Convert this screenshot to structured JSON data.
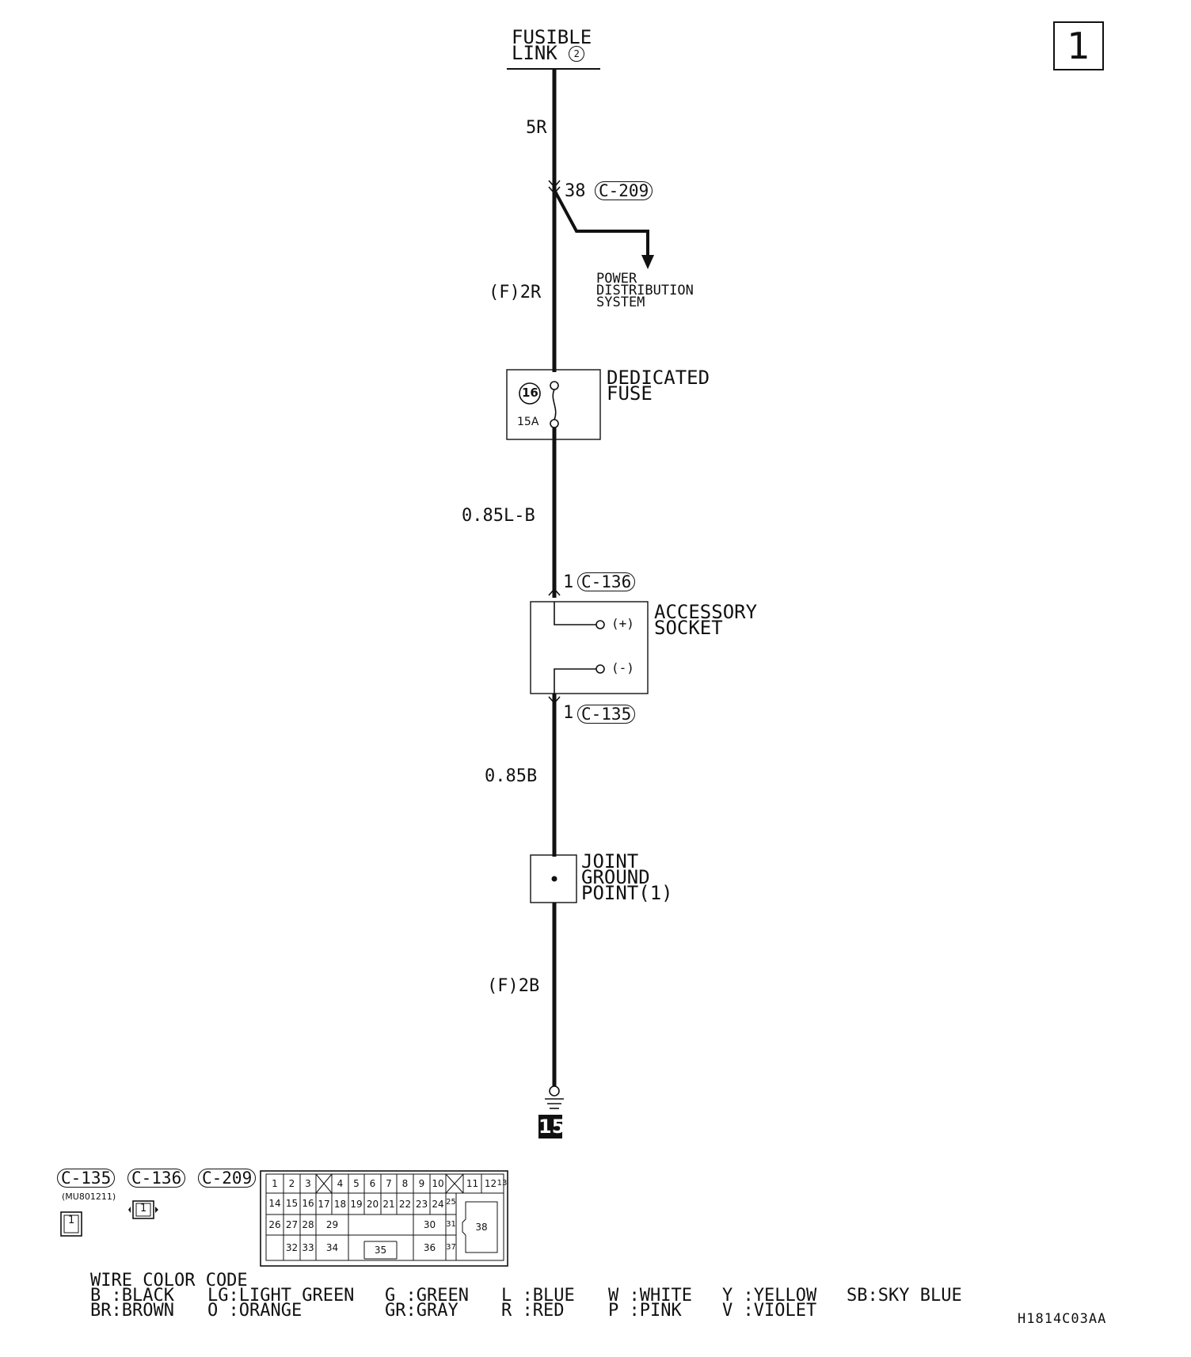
{
  "page_number": "1",
  "fusible_link": {
    "line1": "FUSIBLE",
    "line2": "LINK",
    "number": "2"
  },
  "wires": {
    "w1": "5R",
    "w2": "(F)2R",
    "w3": "0.85L-B",
    "w4": "0.85B",
    "w5": "(F)2B"
  },
  "connectors": {
    "c209": {
      "pin": "38",
      "name": "C-209"
    },
    "c136": {
      "pin": "1",
      "name": "C-136"
    },
    "c135": {
      "pin": "1",
      "name": "C-135"
    }
  },
  "power_distribution": {
    "line1": "POWER",
    "line2": "DISTRIBUTION",
    "line3": "SYSTEM"
  },
  "fuse": {
    "title_line1": "DEDICATED",
    "title_line2": "FUSE",
    "number": "16",
    "rating": "15A"
  },
  "accessory_socket": {
    "title_line1": "ACCESSORY",
    "title_line2": "SOCKET",
    "plus": "(+)",
    "minus": "(-)"
  },
  "joint_ground": {
    "line1": "JOINT",
    "line2": "GROUND",
    "line3": "POINT(1)"
  },
  "ground_number": "15",
  "connector_views": {
    "labels": [
      "C-135",
      "C-136",
      "C-209"
    ],
    "part_number": "(MU801211)",
    "single_pin": "1",
    "grid_row1": [
      "1",
      "2",
      "3",
      "4",
      "5",
      "6",
      "7",
      "8",
      "9",
      "10",
      "11",
      "12",
      "13"
    ],
    "grid_row2": [
      "14",
      "15",
      "16",
      "17",
      "18",
      "19",
      "20",
      "21",
      "22",
      "23",
      "24",
      "25"
    ],
    "grid_row3": [
      "26",
      "27",
      "28",
      "29",
      "30",
      "31",
      "38"
    ],
    "grid_row4": [
      "32",
      "33",
      "34",
      "35",
      "36",
      "37"
    ]
  },
  "wire_color_code": {
    "title": "WIRE COLOR CODE",
    "col1": [
      "B :BLACK",
      "BR:BROWN"
    ],
    "col2": [
      "LG:LIGHT GREEN",
      "O :ORANGE"
    ],
    "col3": [
      "G :GREEN",
      "GR:GRAY"
    ],
    "col4": [
      "L :BLUE",
      "R :RED"
    ],
    "col5": [
      "W :WHITE",
      "P :PINK"
    ],
    "col6": [
      "Y :YELLOW",
      "V :VIOLET"
    ],
    "col7": [
      "SB:SKY BLUE"
    ]
  },
  "doc_id": "H1814C03AA"
}
